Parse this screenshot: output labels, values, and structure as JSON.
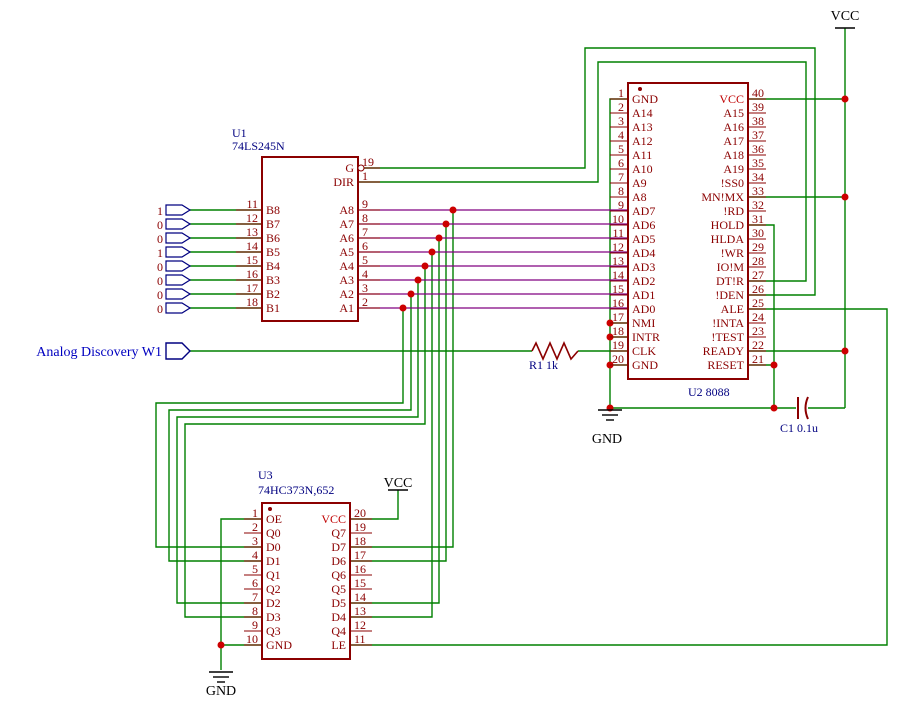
{
  "power": {
    "vcc": "VCC",
    "gnd": "GND"
  },
  "u1": {
    "ref": "U1",
    "part": "74LS245N",
    "left_pins": [
      {
        "num": "11",
        "name": "B8"
      },
      {
        "num": "12",
        "name": "B7"
      },
      {
        "num": "13",
        "name": "B6"
      },
      {
        "num": "14",
        "name": "B5"
      },
      {
        "num": "15",
        "name": "B4"
      },
      {
        "num": "16",
        "name": "B3"
      },
      {
        "num": "17",
        "name": "B2"
      },
      {
        "num": "18",
        "name": "B1"
      }
    ],
    "right_pins": [
      {
        "num": "19",
        "name": "G"
      },
      {
        "num": "1",
        "name": "DIR"
      },
      {
        "num": "9",
        "name": "A8"
      },
      {
        "num": "8",
        "name": "A7"
      },
      {
        "num": "7",
        "name": "A6"
      },
      {
        "num": "6",
        "name": "A5"
      },
      {
        "num": "5",
        "name": "A4"
      },
      {
        "num": "4",
        "name": "A3"
      },
      {
        "num": "3",
        "name": "A2"
      },
      {
        "num": "2",
        "name": "A1"
      }
    ],
    "input_values": [
      "1",
      "0",
      "0",
      "1",
      "0",
      "0",
      "0",
      "0"
    ]
  },
  "u2": {
    "ref": "U2 8088",
    "left_pins": [
      {
        "num": "1",
        "name": "GND"
      },
      {
        "num": "2",
        "name": "A14"
      },
      {
        "num": "3",
        "name": "A13"
      },
      {
        "num": "4",
        "name": "A12"
      },
      {
        "num": "5",
        "name": "A11"
      },
      {
        "num": "6",
        "name": "A10"
      },
      {
        "num": "7",
        "name": "A9"
      },
      {
        "num": "8",
        "name": "A8"
      },
      {
        "num": "9",
        "name": "AD7"
      },
      {
        "num": "10",
        "name": "AD6"
      },
      {
        "num": "11",
        "name": "AD5"
      },
      {
        "num": "12",
        "name": "AD4"
      },
      {
        "num": "13",
        "name": "AD3"
      },
      {
        "num": "14",
        "name": "AD2"
      },
      {
        "num": "15",
        "name": "AD1"
      },
      {
        "num": "16",
        "name": "AD0"
      },
      {
        "num": "17",
        "name": "NMI"
      },
      {
        "num": "18",
        "name": "INTR"
      },
      {
        "num": "19",
        "name": "CLK"
      },
      {
        "num": "20",
        "name": "GND"
      }
    ],
    "right_pins": [
      {
        "num": "40",
        "name": "VCC"
      },
      {
        "num": "39",
        "name": "A15"
      },
      {
        "num": "38",
        "name": "A16"
      },
      {
        "num": "37",
        "name": "A17"
      },
      {
        "num": "36",
        "name": "A18"
      },
      {
        "num": "35",
        "name": "A19"
      },
      {
        "num": "34",
        "name": "!SS0"
      },
      {
        "num": "33",
        "name": "MN!MX"
      },
      {
        "num": "32",
        "name": "!RD"
      },
      {
        "num": "31",
        "name": "HOLD"
      },
      {
        "num": "30",
        "name": "HLDA"
      },
      {
        "num": "29",
        "name": "!WR"
      },
      {
        "num": "28",
        "name": "IO!M"
      },
      {
        "num": "27",
        "name": "DT!R"
      },
      {
        "num": "26",
        "name": "!DEN"
      },
      {
        "num": "25",
        "name": "ALE"
      },
      {
        "num": "24",
        "name": "!INTA"
      },
      {
        "num": "23",
        "name": "!TEST"
      },
      {
        "num": "22",
        "name": "READY"
      },
      {
        "num": "21",
        "name": "RESET"
      }
    ]
  },
  "u3": {
    "ref": "U3",
    "part": "74HC373N,652",
    "left_pins": [
      {
        "num": "1",
        "name": "OE"
      },
      {
        "num": "2",
        "name": "Q0"
      },
      {
        "num": "3",
        "name": "D0"
      },
      {
        "num": "4",
        "name": "D1"
      },
      {
        "num": "5",
        "name": "Q1"
      },
      {
        "num": "6",
        "name": "Q2"
      },
      {
        "num": "7",
        "name": "D2"
      },
      {
        "num": "8",
        "name": "D3"
      },
      {
        "num": "9",
        "name": "Q3"
      },
      {
        "num": "10",
        "name": "GND"
      }
    ],
    "right_pins": [
      {
        "num": "20",
        "name": "VCC"
      },
      {
        "num": "19",
        "name": "Q7"
      },
      {
        "num": "18",
        "name": "D7"
      },
      {
        "num": "17",
        "name": "D6"
      },
      {
        "num": "16",
        "name": "Q6"
      },
      {
        "num": "15",
        "name": "Q5"
      },
      {
        "num": "14",
        "name": "D5"
      },
      {
        "num": "13",
        "name": "D4"
      },
      {
        "num": "12",
        "name": "Q4"
      },
      {
        "num": "11",
        "name": "LE"
      }
    ]
  },
  "r1": {
    "ref": "R1 1k"
  },
  "c1": {
    "ref": "C1 0.1u"
  },
  "clock_label": "Analog Discovery W1",
  "colors": {
    "part": "#8B0000",
    "wire": "#008000",
    "bus": "#800080",
    "ref": "#000080",
    "junction": "#CC0000"
  }
}
